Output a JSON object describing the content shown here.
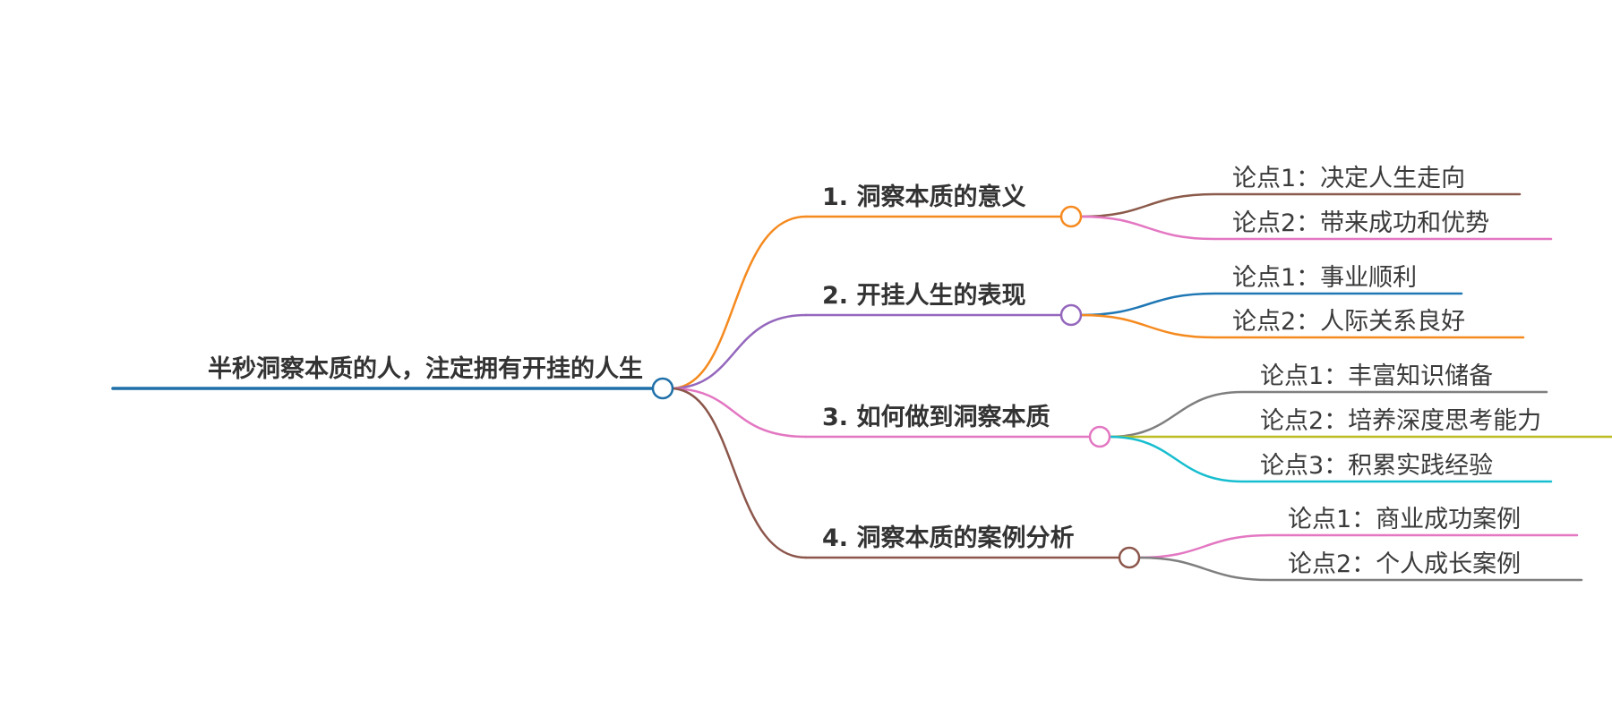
{
  "mindmap": {
    "root": {
      "label": "半秒洞察本质的人，注定拥有开挂的人生",
      "color": "#1f6fa8"
    },
    "branches": [
      {
        "label": "1. 洞察本质的意义",
        "color": "#f58a1f",
        "children": [
          {
            "label": "论点1：决定人生走向",
            "color": "#8b5a4a"
          },
          {
            "label": "论点2：带来成功和优势",
            "color": "#e377c2"
          }
        ]
      },
      {
        "label": "2. 开挂人生的表现",
        "color": "#9467bd",
        "children": [
          {
            "label": "论点1：事业顺利",
            "color": "#1f77b4"
          },
          {
            "label": "论点2：人际关系良好",
            "color": "#f58a1f"
          }
        ]
      },
      {
        "label": "3. 如何做到洞察本质",
        "color": "#e377c2",
        "children": [
          {
            "label": "论点1：丰富知识储备",
            "color": "#7f7f7f"
          },
          {
            "label": "论点2：培养深度思考能力",
            "color": "#bcbd22"
          },
          {
            "label": "论点3：积累实践经验",
            "color": "#17becf"
          }
        ]
      },
      {
        "label": "4. 洞察本质的案例分析",
        "color": "#8c564b",
        "children": [
          {
            "label": "论点1：商业成功案例",
            "color": "#e377c2"
          },
          {
            "label": "论点2：个人成长案例",
            "color": "#7f7f7f"
          }
        ]
      }
    ]
  }
}
